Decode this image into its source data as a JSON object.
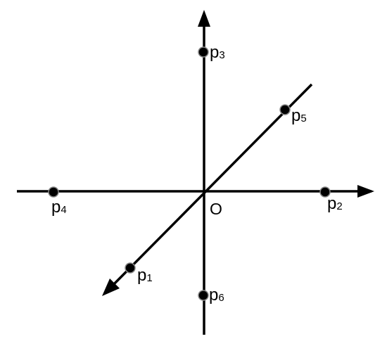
{
  "origin_label": "O",
  "points": [
    {
      "id": "p1",
      "base": "p",
      "sub": "1"
    },
    {
      "id": "p2",
      "base": "p",
      "sub": "2"
    },
    {
      "id": "p3",
      "base": "p",
      "sub": "3"
    },
    {
      "id": "p4",
      "base": "p",
      "sub": "4"
    },
    {
      "id": "p5",
      "base": "p",
      "sub": "5"
    },
    {
      "id": "p6",
      "base": "p",
      "sub": "6"
    }
  ],
  "colors": {
    "stroke": "#000000",
    "point_fill": "#000000",
    "point_outline": "#888888"
  }
}
